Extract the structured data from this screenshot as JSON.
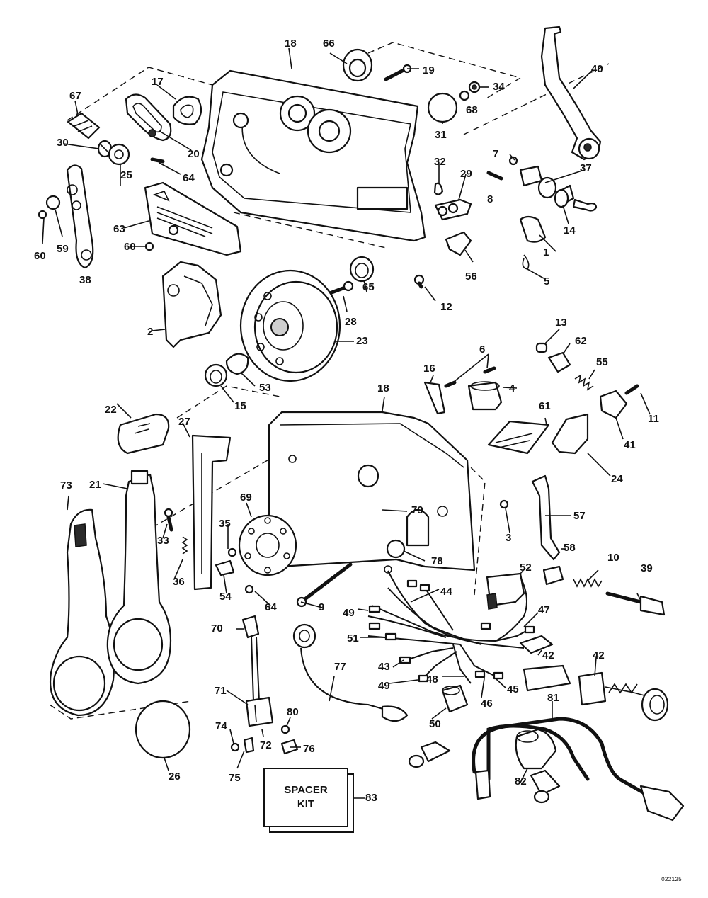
{
  "callouts": [
    {
      "n": "18"
    },
    {
      "n": "66"
    },
    {
      "n": "19"
    },
    {
      "n": "40"
    },
    {
      "n": "17"
    },
    {
      "n": "67"
    },
    {
      "n": "34"
    },
    {
      "n": "68"
    },
    {
      "n": "30"
    },
    {
      "n": "20"
    },
    {
      "n": "31"
    },
    {
      "n": "7"
    },
    {
      "n": "37"
    },
    {
      "n": "25"
    },
    {
      "n": "64"
    },
    {
      "n": "32"
    },
    {
      "n": "29"
    },
    {
      "n": "8"
    },
    {
      "n": "63"
    },
    {
      "n": "14"
    },
    {
      "n": "60"
    },
    {
      "n": "59"
    },
    {
      "n": "60"
    },
    {
      "n": "1"
    },
    {
      "n": "38"
    },
    {
      "n": "56"
    },
    {
      "n": "5"
    },
    {
      "n": "65"
    },
    {
      "n": "12"
    },
    {
      "n": "28"
    },
    {
      "n": "2"
    },
    {
      "n": "23"
    },
    {
      "n": "13"
    },
    {
      "n": "62"
    },
    {
      "n": "6"
    },
    {
      "n": "55"
    },
    {
      "n": "16"
    },
    {
      "n": "4"
    },
    {
      "n": "53"
    },
    {
      "n": "11"
    },
    {
      "n": "15"
    },
    {
      "n": "18"
    },
    {
      "n": "22"
    },
    {
      "n": "61"
    },
    {
      "n": "27"
    },
    {
      "n": "41"
    },
    {
      "n": "24"
    },
    {
      "n": "73"
    },
    {
      "n": "21"
    },
    {
      "n": "69"
    },
    {
      "n": "79"
    },
    {
      "n": "3"
    },
    {
      "n": "57"
    },
    {
      "n": "35"
    },
    {
      "n": "33"
    },
    {
      "n": "78"
    },
    {
      "n": "58"
    },
    {
      "n": "10"
    },
    {
      "n": "39"
    },
    {
      "n": "36"
    },
    {
      "n": "54"
    },
    {
      "n": "64"
    },
    {
      "n": "9"
    },
    {
      "n": "52"
    },
    {
      "n": "44"
    },
    {
      "n": "49"
    },
    {
      "n": "47"
    },
    {
      "n": "70"
    },
    {
      "n": "51"
    },
    {
      "n": "42"
    },
    {
      "n": "42"
    },
    {
      "n": "43"
    },
    {
      "n": "48"
    },
    {
      "n": "77"
    },
    {
      "n": "49"
    },
    {
      "n": "46"
    },
    {
      "n": "45"
    },
    {
      "n": "71"
    },
    {
      "n": "50"
    },
    {
      "n": "81"
    },
    {
      "n": "80"
    },
    {
      "n": "74"
    },
    {
      "n": "72"
    },
    {
      "n": "76"
    },
    {
      "n": "75"
    },
    {
      "n": "26"
    },
    {
      "n": "82"
    },
    {
      "n": "83"
    }
  ],
  "spacer_kit_label": "SPACER\nKIT",
  "catalog_code": "022125"
}
